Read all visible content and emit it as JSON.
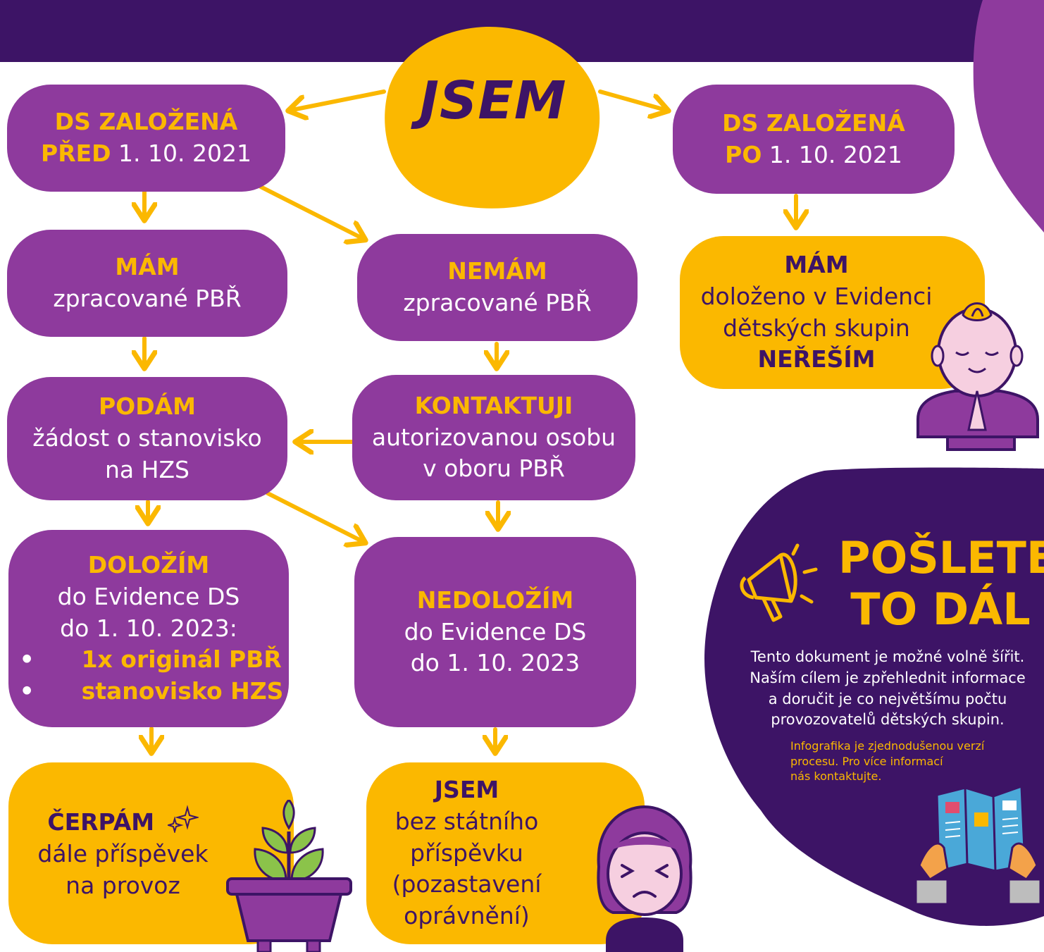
{
  "title": "JSEM",
  "colors": {
    "dark_purple": "#3d1466",
    "purple": "#8e3a9d",
    "yellow": "#fbb800",
    "white": "#ffffff"
  },
  "nodes": {
    "before": {
      "strong": "DS ZALOŽENÁ",
      "strong2": "PŘED",
      "date": " 1. 10. 2021"
    },
    "after": {
      "strong": "DS ZALOŽENÁ",
      "strong2": "PO",
      "date": " 1. 10. 2021"
    },
    "have": {
      "strong": "MÁM",
      "text": "zpracované PBŘ"
    },
    "have_not": {
      "strong": "NEMÁM",
      "text": "zpracované PBŘ"
    },
    "have_evidence": {
      "strong": "MÁM",
      "line1": "doloženo v Evidenci",
      "line2": "dětských skupin",
      "strong2": "NEŘEŠÍM"
    },
    "submit": {
      "strong": "PODÁM",
      "line1": "žádost o stanovisko",
      "line2": "na HZS"
    },
    "contact": {
      "strong": "KONTAKTUJI",
      "line1": "autorizovanou osobu",
      "line2": "v oboru PBŘ"
    },
    "prove": {
      "strong": "DOLOŽÍM",
      "line1": "do Evidence DS",
      "line2": "do 1. 10. 2023:",
      "bullets": [
        "1x originál PBŘ",
        "stanovisko HZS"
      ]
    },
    "not_prove": {
      "strong": "NEDOLOŽÍM",
      "line1": "do Evidence DS",
      "line2": "do 1. 10. 2023"
    },
    "draw": {
      "strong": "ČERPÁM",
      "line1": "dále příspěvek",
      "line2": "na provoz"
    },
    "without": {
      "strong": "JSEM",
      "line1": "bez státního",
      "line2": "příspěvku",
      "line3": "(pozastavení",
      "line4": "oprávnění)"
    }
  },
  "share": {
    "title_line1": "POŠLETE",
    "title_line2": "TO DÁL",
    "text_lines": [
      "Tento dokument je možné volně šířit.",
      "Naším cílem je zpřehlednit informace",
      "a doručit je co největšímu počtu",
      "provozovatelů dětských skupin."
    ],
    "note_lines": [
      "Infografika je zjednodušenou verzí",
      "procesu. Pro více informací",
      "nás kontaktujte."
    ]
  }
}
